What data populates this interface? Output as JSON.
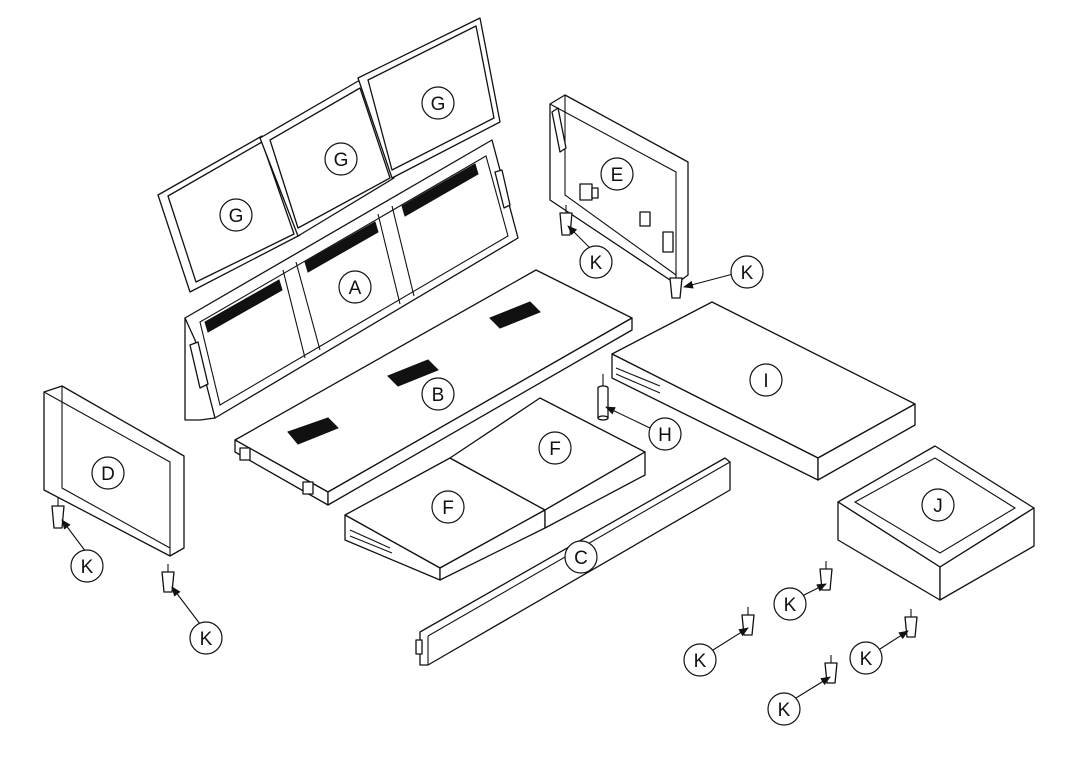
{
  "parts": {
    "A": "A",
    "B": "B",
    "C": "C",
    "D": "D",
    "E": "E",
    "F": "F",
    "G": "G",
    "H": "H",
    "I": "I",
    "J": "J",
    "K": "K"
  }
}
